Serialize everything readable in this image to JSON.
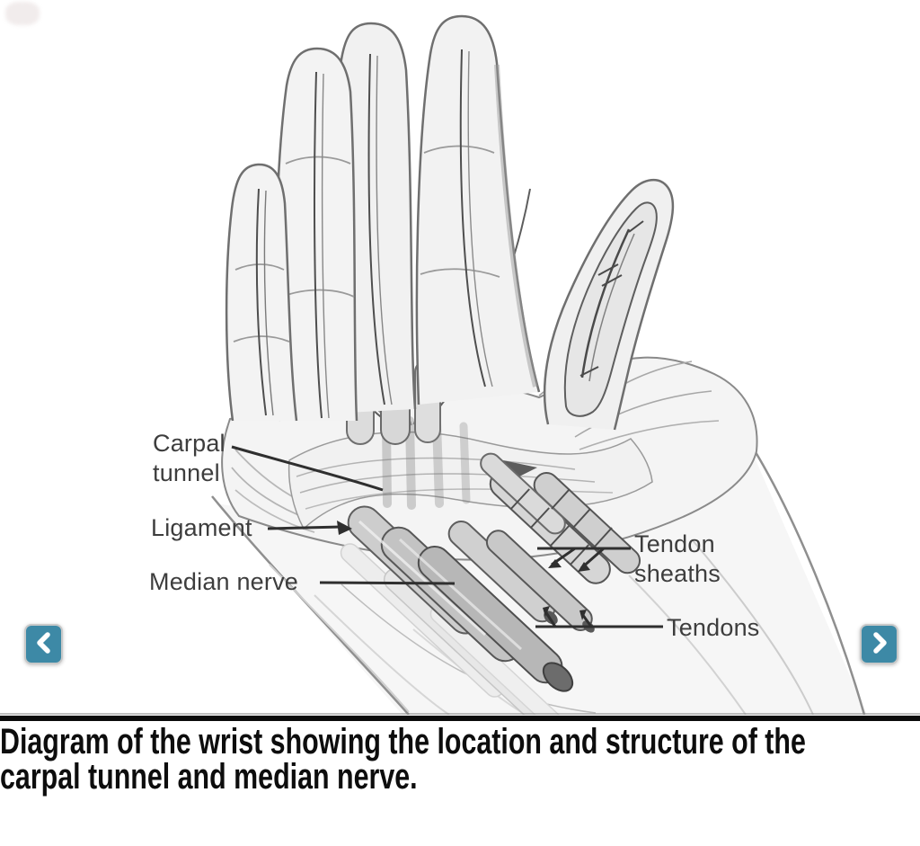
{
  "viewer": {
    "prev_button": {
      "icon": "chevron-left-icon"
    },
    "next_button": {
      "icon": "chevron-right-icon"
    }
  },
  "diagram": {
    "labels": {
      "carpal_tunnel": "Carpal tunnel",
      "ligament": "Ligament",
      "median_nerve": "Median nerve",
      "tendon_sheaths": "Tendon sheaths",
      "tendons": "Tendons"
    }
  },
  "caption": {
    "line1": "Diagram of the wrist showing the location and structure of the",
    "line2": "carpal tunnel and median nerve."
  },
  "colors": {
    "nav_button_bg": "#3d89a6",
    "nav_button_border": "#c9c9c9",
    "nav_chevron": "#ffffff",
    "label_text": "#3d3d3d",
    "leader_line": "#2f2f2f",
    "caption_text": "#0d0d0d",
    "caption_rule": "#0b0b0b"
  }
}
